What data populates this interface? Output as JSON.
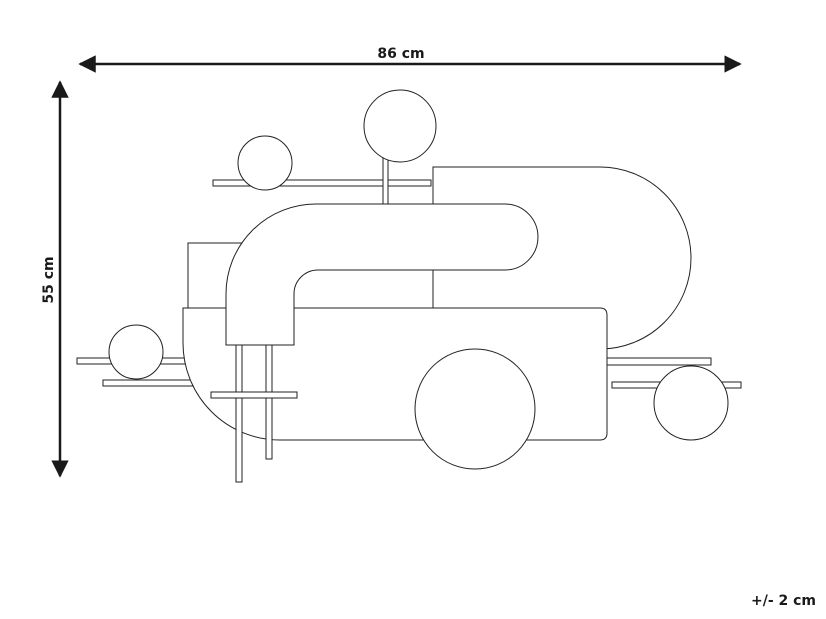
{
  "dimensions": {
    "width_label": "86 cm",
    "height_label": "55 cm",
    "tolerance_label": "+/- 2 cm"
  },
  "colors": {
    "line": "#222222",
    "arrow": "#1a1a1a",
    "background": "#ffffff"
  }
}
